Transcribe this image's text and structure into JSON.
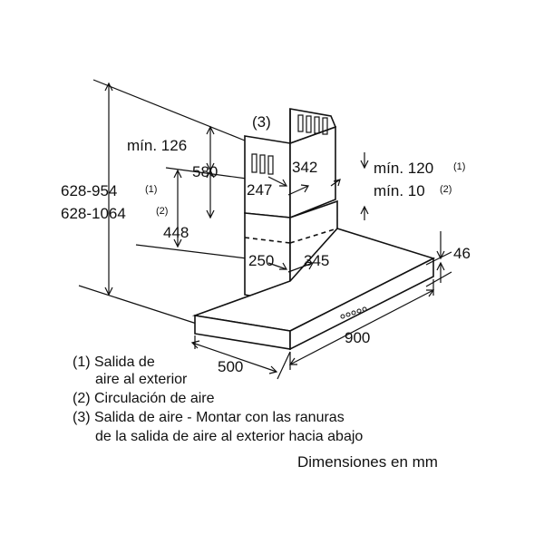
{
  "dimensions": {
    "total_height_outlet": "628-954",
    "total_height_outlet_note": "(1)",
    "total_height_recirc": "628-1064",
    "total_height_recirc_note": "(2)",
    "min_top": "mín. 126",
    "upper_chimney": "580",
    "lower_chimney": "448",
    "upper_depth": "342",
    "upper_width": "247",
    "lower_width": "250",
    "lower_depth": "345",
    "min_ceiling_outlet": "mín. 120",
    "min_ceiling_outlet_note": "(1)",
    "min_ceiling_recirc": "mín. 10",
    "min_ceiling_recirc_note": "(2)",
    "hood_height": "46",
    "hood_width": "900",
    "hood_depth": "500",
    "vent_note": "(3)"
  },
  "legend": {
    "line1": "(1) Salida de",
    "line2": "aire al exterior",
    "line3": "(2) Circulación de aire",
    "line4": "(3) Salida de aire - Montar con las ranuras",
    "line5": "de la salida de aire al exterior hacia abajo"
  },
  "footer": "Dimensiones en mm",
  "colors": {
    "line": "#111111",
    "panel": "#ffffff"
  }
}
